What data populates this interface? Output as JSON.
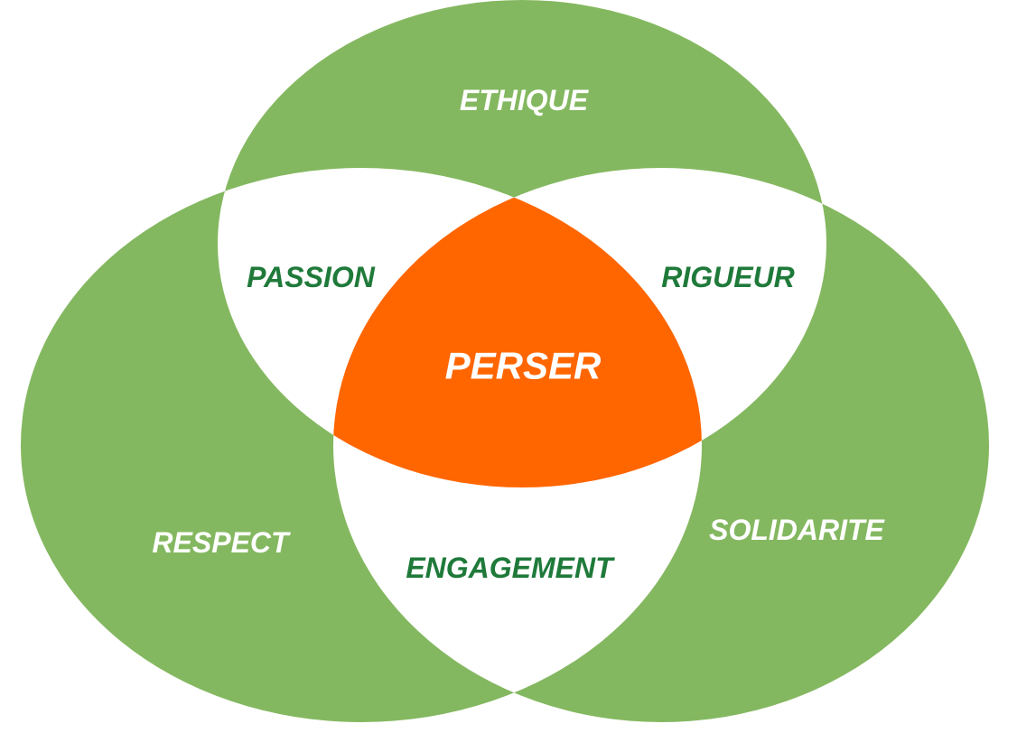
{
  "colors": {
    "circle_fill": "#84b860",
    "overlap_fill": "#ffffff",
    "center_fill": "#ff6600",
    "outer_text": "#ffffff",
    "pair_text": "#1f7a3a",
    "center_text": "#ffffff"
  },
  "labels": {
    "top": "ETHIQUE",
    "left": "RESPECT",
    "right": "SOLIDARITE",
    "top_left": "PASSION",
    "top_right": "RIGUEUR",
    "bottom": "ENGAGEMENT",
    "center": "PERSER"
  }
}
